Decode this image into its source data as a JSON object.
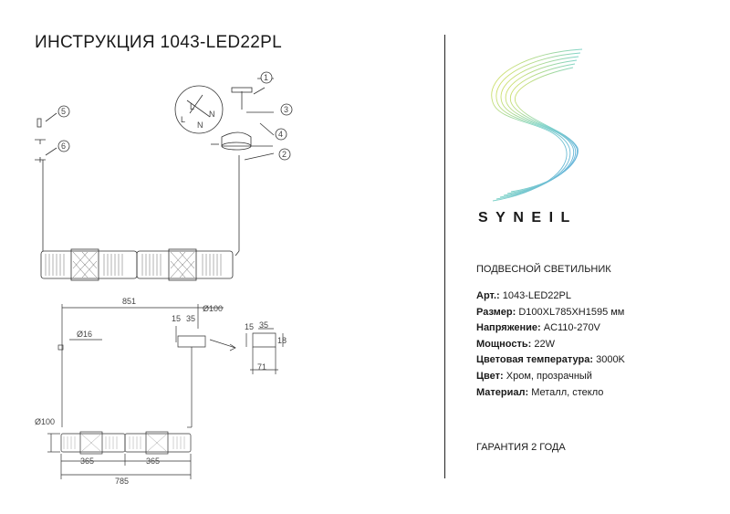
{
  "header": {
    "title": "ИНСТРУКЦИЯ 1043-LED22PL"
  },
  "brand": {
    "name": "SYNEIL"
  },
  "product": {
    "type": "ПОДВЕСНОЙ СВЕТИЛЬНИК",
    "specs": [
      {
        "label": "Арт.:",
        "value": " 1043-LED22PL"
      },
      {
        "label": "Размер:",
        "value": " D100XL785XH1595 мм"
      },
      {
        "label": "Напряжение:",
        "value": " AC110-270V"
      },
      {
        "label": "Мощность:",
        "value": " 22W"
      },
      {
        "label": "Цветовая температура:",
        "value": " 3000K"
      },
      {
        "label": "Цвет:",
        "value": " Хром, прозрачный"
      },
      {
        "label": "Материал:",
        "value": " Металл, стекло"
      }
    ],
    "warranty": "ГАРАНТИЯ 2 ГОДА"
  },
  "assembly": {
    "callouts": [
      "1",
      "2",
      "3",
      "4",
      "5",
      "6"
    ],
    "wire_labels": [
      "L",
      "N",
      "L",
      "N"
    ]
  },
  "dimensions": {
    "total_span": "851",
    "canopy_diameter": "Ø100",
    "cable_diameter": "Ø16",
    "canopy_height": "15",
    "canopy_detail_h": "35",
    "body_diameter": "Ø100",
    "section_left": "365",
    "section_right": "365",
    "overall_length": "785",
    "detail_h1": "15",
    "detail_w": "35",
    "detail_h2": "18",
    "detail_bottom": "71"
  },
  "colors": {
    "logo_yellow": "#e8e34a",
    "logo_teal": "#7fd3c8",
    "logo_blue": "#5aa7e0",
    "line": "#333333"
  }
}
